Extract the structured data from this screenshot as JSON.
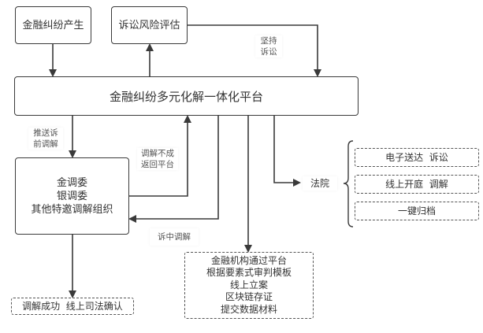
{
  "nodes": {
    "dispute_arises": "金融纠纷产生",
    "risk_assessment": "诉讼风险评估",
    "platform": "金融纠纷多元化解一体化平台",
    "mediation_orgs": [
      "金调委",
      "银调委",
      "其他特邀调解组织"
    ],
    "mediation_success": "调解成功  线上司法确认",
    "financial_institution": [
      "金融机构通过平台",
      "根据要素式审判模板",
      "线上立案",
      "区块链存证",
      "提交数据材料"
    ],
    "court": "法院",
    "court_functions": [
      "电子送达  诉讼",
      "线上开庭  调解",
      "一键归档"
    ]
  },
  "edge_labels": {
    "insist_litigation": [
      "坚持",
      "诉讼"
    ],
    "push_pre_litigation": [
      "推送诉",
      "前调解"
    ],
    "mediation_failed": [
      "调解不成",
      "返回平台"
    ],
    "in_litigation_mediation": "诉中调解"
  },
  "colors": {
    "line": "#3a3a3a",
    "text": "#333333",
    "label_text": "#555555"
  }
}
